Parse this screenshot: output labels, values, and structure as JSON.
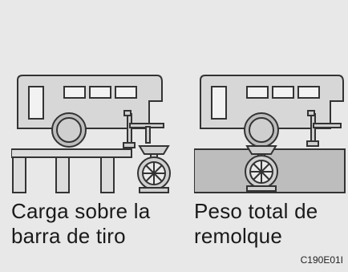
{
  "captions": {
    "left": {
      "line1_words": [
        "Carga",
        "sobre",
        "la"
      ],
      "line2": "barra de tiro"
    },
    "right": {
      "line1_words": [
        "Peso",
        "total",
        "de"
      ],
      "line2": "remolque"
    }
  },
  "figure_code": "C190E01I"
}
